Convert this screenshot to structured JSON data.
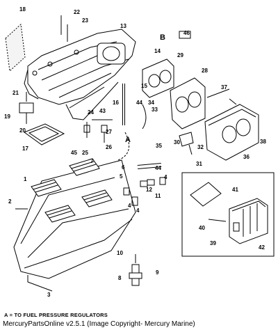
{
  "part_numbers": [
    "1",
    "2",
    "3",
    "4",
    "5",
    "6",
    "7",
    "8",
    "9",
    "10",
    "11",
    "12",
    "13",
    "14",
    "15",
    "16",
    "17",
    "18",
    "19",
    "20",
    "21",
    "22",
    "23",
    "24",
    "25",
    "26",
    "27",
    "28",
    "29",
    "30",
    "31",
    "32",
    "33",
    "34",
    "35",
    "36",
    "37",
    "38",
    "39",
    "40",
    "41",
    "42",
    "43",
    "44",
    "45",
    "46"
  ],
  "view_letters": {
    "a": "A",
    "b": "B"
  },
  "footer": {
    "note": "A = TO FUEL PRESSURE REGULATORS",
    "copyright": "MercuryPartsOnline v2.5.1 (Image Copyright- Mercury Marine)"
  }
}
